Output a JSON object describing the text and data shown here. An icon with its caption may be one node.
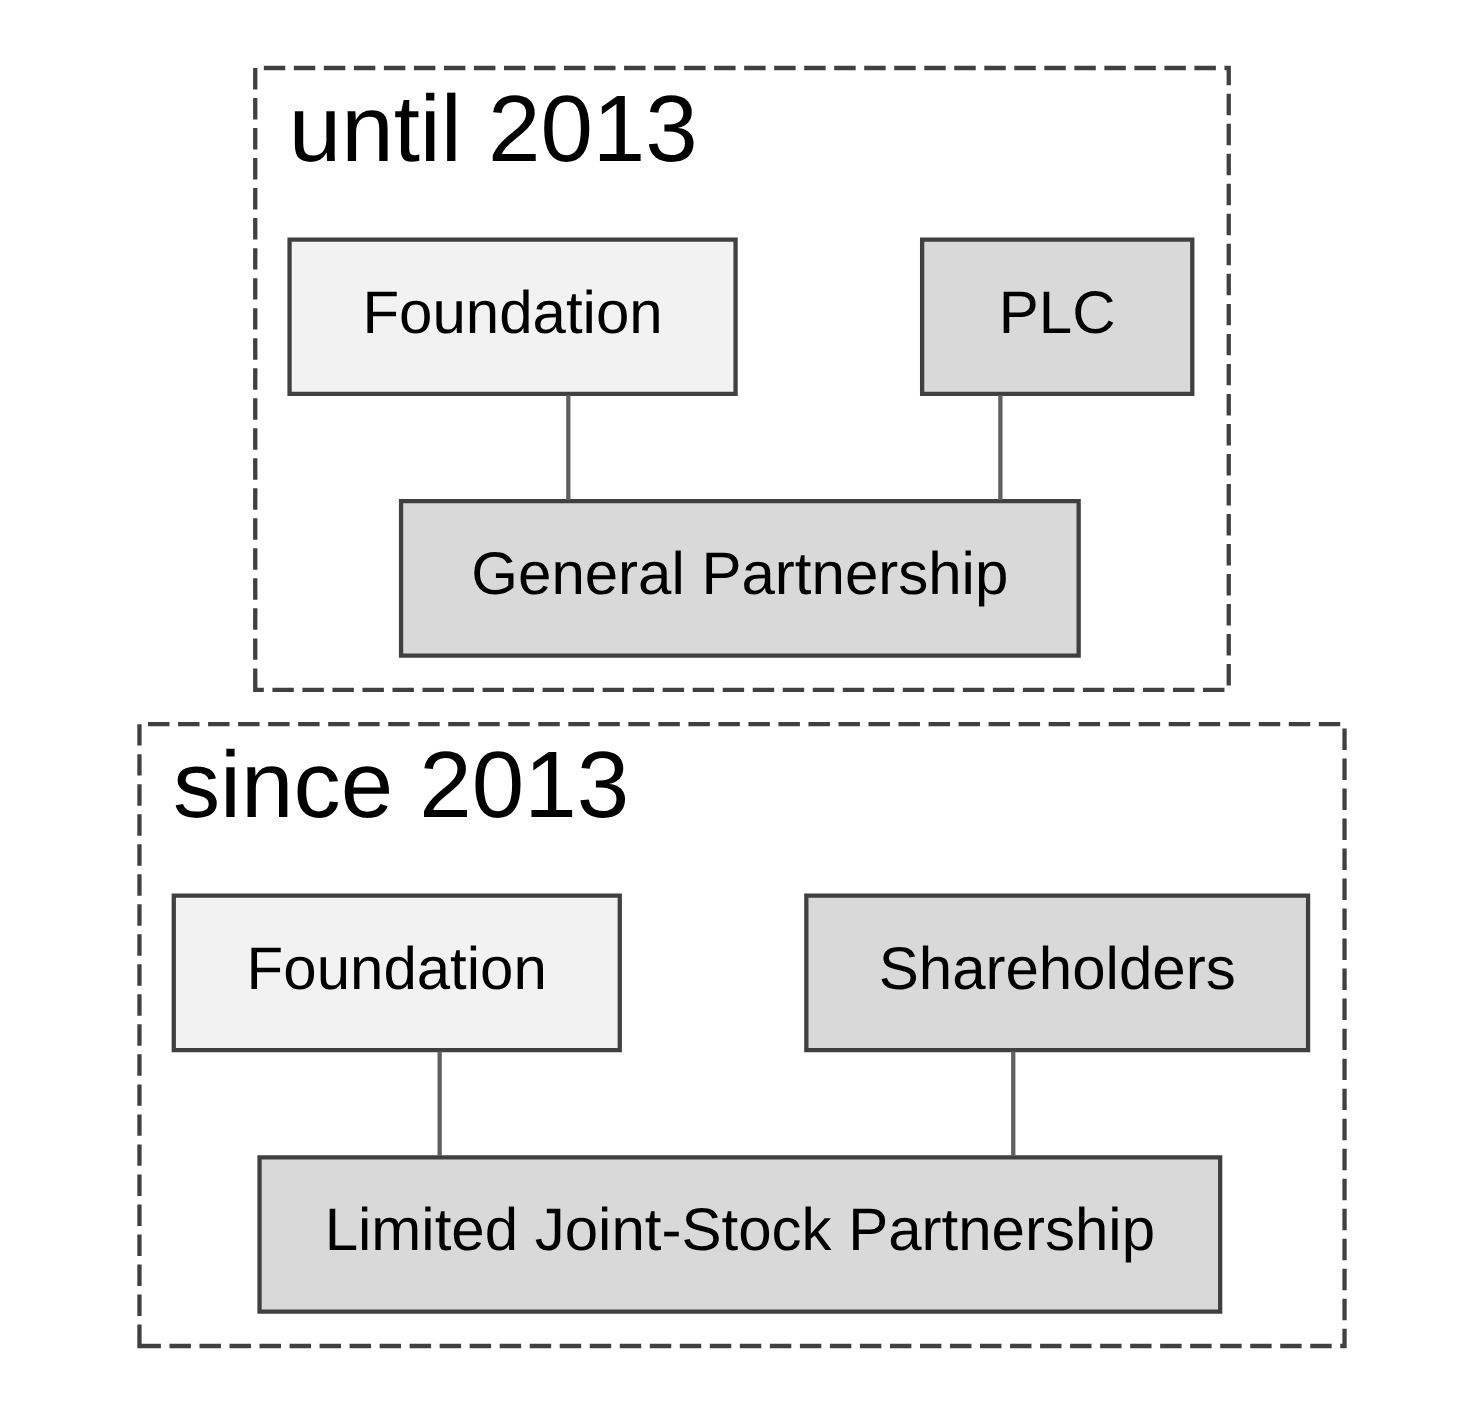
{
  "diagram": {
    "nodes": [
      {
        "text": [
          "until 2013"
        ]
      },
      {
        "text": [
          "PLC"
        ],
        "in": 0
      },
      {
        "text": [
          "Foundation"
        ],
        "in": 0
      },
      {
        "text": [
          "General Partnership"
        ],
        "in": 0
      },
      {
        "text": [
          "since 2013"
        ]
      },
      {
        "text": [
          "Shareholders"
        ],
        "in": 4
      },
      {
        "text": [
          "Foundation"
        ],
        "in": 4
      },
      {
        "text": [
          "Limited Joint-Stock Partnership"
        ],
        "in": 4
      }
    ],
    "edges": [
      {
        "from": 1,
        "to": 3,
        "arrow": "none"
      },
      {
        "from": 2,
        "to": 3,
        "arrow": "none"
      },
      {
        "from": 5,
        "to": 7,
        "arrow": "none"
      },
      {
        "from": 6,
        "to": 7,
        "arrow": "none"
      }
    ]
  }
}
